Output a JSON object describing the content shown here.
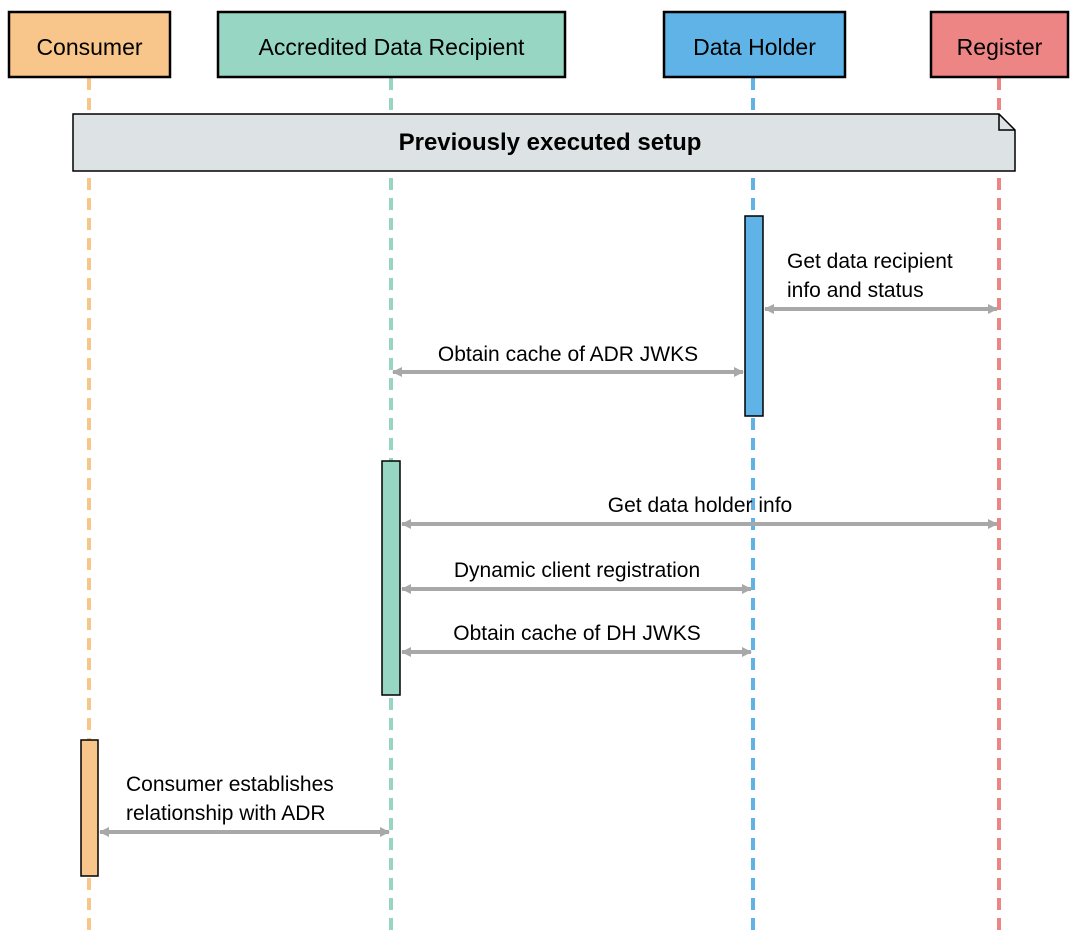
{
  "participants": [
    {
      "id": "consumer",
      "label": "Consumer",
      "color": "#f8c58a",
      "line_color": "#f8c58a"
    },
    {
      "id": "adr",
      "label": "Accredited Data Recipient",
      "color": "#96d6c2",
      "line_color": "#96d6c2"
    },
    {
      "id": "dh",
      "label": "Data Holder",
      "color": "#5fb3e6",
      "line_color": "#5fb3e6"
    },
    {
      "id": "register",
      "label": "Register",
      "color": "#ee8585",
      "line_color": "#ee8585"
    }
  ],
  "note": {
    "text": "Previously executed setup",
    "color": "#dde3e5"
  },
  "messages": [
    {
      "id": "m1",
      "from": "dh",
      "to": "register",
      "lines": [
        "Get data recipient",
        "info and status"
      ]
    },
    {
      "id": "m2",
      "from": "adr",
      "to": "dh",
      "lines": [
        "Obtain cache of ADR JWKS"
      ]
    },
    {
      "id": "m3",
      "from": "adr",
      "to": "register",
      "lines": [
        "Get data holder info"
      ]
    },
    {
      "id": "m4",
      "from": "adr",
      "to": "dh",
      "lines": [
        "Dynamic client registration"
      ]
    },
    {
      "id": "m5",
      "from": "adr",
      "to": "dh",
      "lines": [
        "Obtain cache of DH JWKS"
      ]
    },
    {
      "id": "m6",
      "from": "consumer",
      "to": "adr",
      "lines": [
        "Consumer establishes",
        "relationship with ADR"
      ]
    }
  ],
  "arrow_color": "#a8a8a8"
}
